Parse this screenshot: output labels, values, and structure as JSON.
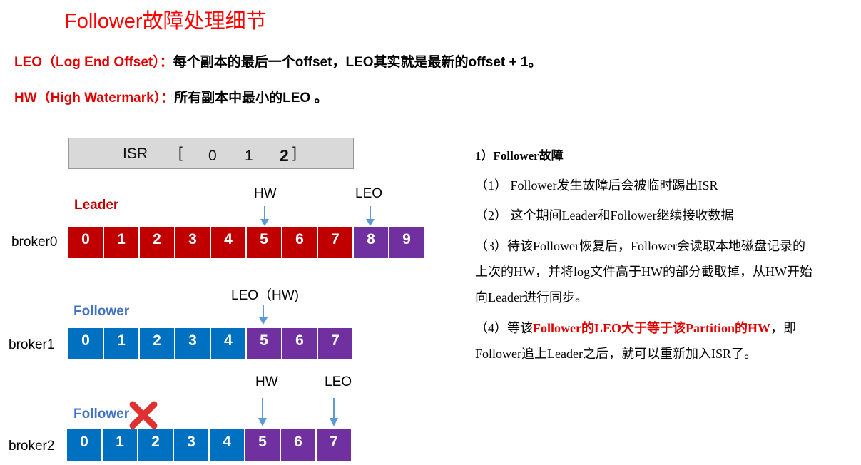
{
  "title": "Follower故障处理细节",
  "definitions": {
    "leo_term": "LEO（Log End Offset）：",
    "leo_desc": "每个副本的最后一个offset，LEO其实就是最新的offset + 1。",
    "hw_term": "HW（High Watermark）：",
    "hw_desc": "所有副本中最小的LEO 。"
  },
  "isr": {
    "label": "ISR",
    "open": "[",
    "members": [
      "0",
      "1",
      "2"
    ],
    "close": "]"
  },
  "brokers": [
    {
      "name": "broker0",
      "role": "Leader",
      "markers": [
        "HW",
        "LEO"
      ],
      "cells": [
        {
          "v": "0",
          "c": "red"
        },
        {
          "v": "1",
          "c": "red"
        },
        {
          "v": "2",
          "c": "red"
        },
        {
          "v": "3",
          "c": "red"
        },
        {
          "v": "4",
          "c": "red"
        },
        {
          "v": "5",
          "c": "red"
        },
        {
          "v": "6",
          "c": "red"
        },
        {
          "v": "7",
          "c": "red"
        },
        {
          "v": "8",
          "c": "purple"
        },
        {
          "v": "9",
          "c": "purple"
        }
      ]
    },
    {
      "name": "broker1",
      "role": "Follower",
      "markers": [
        "LEO（HW)"
      ],
      "cells": [
        {
          "v": "0",
          "c": "blue"
        },
        {
          "v": "1",
          "c": "blue"
        },
        {
          "v": "2",
          "c": "blue"
        },
        {
          "v": "3",
          "c": "blue"
        },
        {
          "v": "4",
          "c": "blue"
        },
        {
          "v": "5",
          "c": "purple"
        },
        {
          "v": "6",
          "c": "purple"
        },
        {
          "v": "7",
          "c": "purple"
        }
      ]
    },
    {
      "name": "broker2",
      "role": "Follower",
      "failed": true,
      "markers": [
        "HW",
        "LEO"
      ],
      "cells": [
        {
          "v": "0",
          "c": "blue"
        },
        {
          "v": "1",
          "c": "blue"
        },
        {
          "v": "2",
          "c": "blue"
        },
        {
          "v": "3",
          "c": "blue"
        },
        {
          "v": "4",
          "c": "blue"
        },
        {
          "v": "5",
          "c": "purple"
        },
        {
          "v": "6",
          "c": "purple"
        },
        {
          "v": "7",
          "c": "purple"
        }
      ]
    }
  ],
  "colors": {
    "red": "#c00000",
    "blue": "#0070c0",
    "purple": "#7030a0",
    "arrow": "#5b9bd5",
    "fail_x": "#e0302f"
  },
  "notes": {
    "heading": "1）Follower故障",
    "n1": "（1） Follower发生故障后会被临时踢出ISR",
    "n2": "（2） 这个期间Leader和Follower继续接收数据",
    "n3_line1": "（3）待该Follower恢复后，Follower会读取本地磁盘记录的",
    "n3_line2": "上次的HW，并将log文件高于HW的部分截取掉，从HW开始",
    "n3_line3": "向Leader进行同步。",
    "n4_pre": "（4）等该",
    "n4_hl": "Follower的LEO大于等于该Partition的HW",
    "n4_post": "，即",
    "n4_line2": "Follower追上Leader之后，就可以重新加入ISR了。"
  }
}
